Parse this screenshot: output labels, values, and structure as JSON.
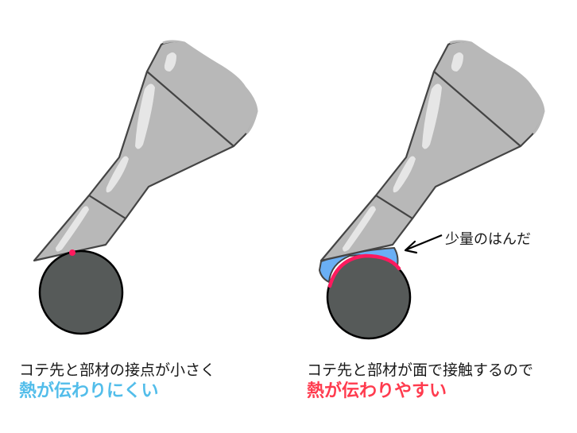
{
  "colors": {
    "iron_fill": "#b8b8b8",
    "iron_highlight": "#e6e6e6",
    "iron_outline": "#444444",
    "workpiece_fill": "#565a59",
    "workpiece_outline": "#000000",
    "contact_color": "#ff1a5e",
    "solder_fill": "#6aaff5",
    "hard_text_color": "#52bdea",
    "easy_text_color": "#ff3b4e"
  },
  "left_panel": {
    "caption_line1": "コテ先と部材の接点が小さく",
    "caption_line2": "熱が伝わりにくい",
    "contact_type": "point"
  },
  "right_panel": {
    "caption_line1": "コテ先と部材が面で接触するので",
    "caption_line2": "熱が伝わりやすい",
    "contact_type": "surface",
    "annotation_label": "少量のはんだ"
  }
}
